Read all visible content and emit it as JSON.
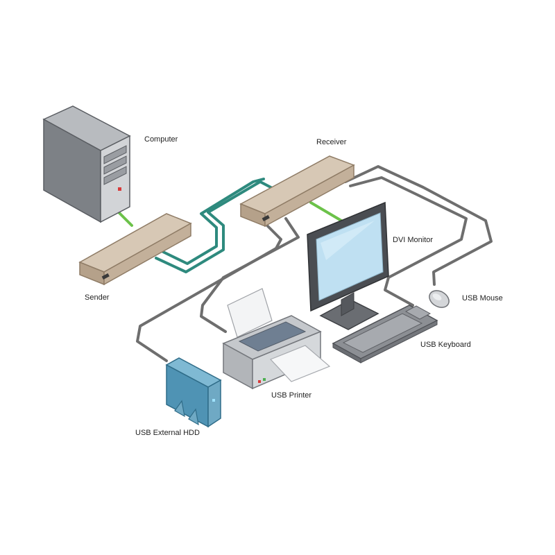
{
  "labels": {
    "computer": "Computer",
    "receiver": "Receiver",
    "sender": "Sender",
    "dvi_monitor": "DVI Monitor",
    "usb_mouse": "USB Mouse",
    "usb_keyboard": "USB Keyboard",
    "usb_printer": "USB Printer",
    "usb_hdd": "USB External HDD"
  },
  "colors": {
    "usb_cable": "#6e6e6e",
    "link_cable": "#2e8a7e",
    "video_cable": "#6cc24a",
    "device_tan": "#c9b7a1",
    "tower_gray": "#8a8d92",
    "screen_blue": "#bfe0f2",
    "hdd_blue": "#5a9fbf"
  }
}
